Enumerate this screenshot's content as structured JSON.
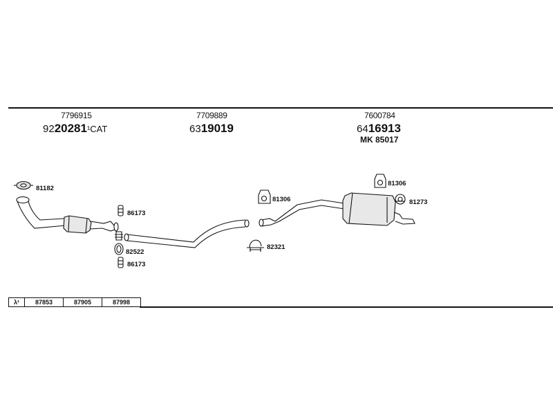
{
  "colors": {
    "line": "#111111",
    "fill": "#e8e8e8",
    "background": "#ffffff"
  },
  "groups": [
    {
      "part_number": "7796915",
      "code_prefix": "92",
      "code_main": "20281",
      "code_suffix": "¹CAT",
      "extra": ""
    },
    {
      "part_number": "7709889",
      "code_prefix": "63",
      "code_main": "19019",
      "code_suffix": "",
      "extra": ""
    },
    {
      "part_number": "7600784",
      "code_prefix": "64",
      "code_main": "16913",
      "code_suffix": "",
      "extra": "MK 85017"
    }
  ],
  "part_labels": {
    "seal_front": "81182",
    "hanger_top_left": "86173",
    "gasket_mid": "82522",
    "hanger_bottom_left": "86173",
    "rubber_mount_mid": "81306",
    "clamp_mid": "82321",
    "rubber_mount_right": "81306",
    "rubber_ring_right": "81273"
  },
  "legend": {
    "symbol": "λ¹",
    "codes": [
      "87853",
      "87905",
      "87998"
    ]
  }
}
